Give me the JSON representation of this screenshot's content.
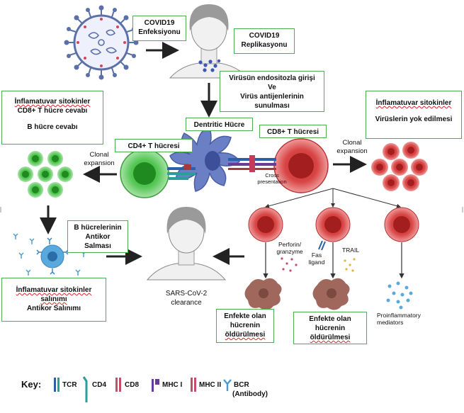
{
  "boxes": {
    "infection": {
      "line1": "COVID19",
      "line2": "Enfeksiyonu"
    },
    "replication": {
      "line1": "COVID19",
      "line2": "Replikasyonu"
    },
    "endocytosis": {
      "line1": "Virüsün endositozla girişi",
      "line2": "Ve",
      "line3": "Virüs antijenlerinin",
      "line4": "sunulması"
    },
    "dendritic": {
      "label": "Dentritic Hücre"
    },
    "cd4": {
      "label": "CD4+ T hücresi"
    },
    "cd8": {
      "label": "CD8+ T hücresi"
    },
    "left_top": {
      "line1": "İnflamatuvar sitokinler",
      "line2": "CD8+ T hücre cevabı",
      "line3": "B hücre  cevabı"
    },
    "right_top": {
      "line1": "İnflamatuvar sitokinler",
      "line2": "Virüslerin yok edilmesi"
    },
    "b_cells": {
      "line1": "B hücrelerinin",
      "line2": "Antikor",
      "line3": "Salması"
    },
    "left_bottom": {
      "line1": "İnflamatuvar sitokinler",
      "line2": "salınımı",
      "line3": "Antikor Salınımı"
    },
    "kill1": {
      "line1": "Enfekte olan",
      "line2": "hücrenin",
      "line3": "öldürülmesi"
    },
    "kill2": {
      "line1": "Enfekte olan",
      "line2": "hücrenin",
      "line3": "öldürülmesi"
    }
  },
  "labels": {
    "clonal_left": {
      "line1": "Clonal",
      "line2": "expansion"
    },
    "clonal_right": {
      "line1": "Clonal",
      "line2": "expansion"
    },
    "cross": {
      "line1": "Cross",
      "line2": "presentation"
    },
    "clearance": {
      "line1": "SARS-CoV-2",
      "line2": "clearance"
    },
    "perforin": {
      "line1": "Perforin/",
      "line2": "granzyme"
    },
    "fas": {
      "line1": "Fas",
      "line2": "ligand"
    },
    "trail": "TRAIL",
    "proinflammatory": {
      "line1": "Proinflammatory",
      "line2": "mediators"
    }
  },
  "key": {
    "title": "Key:",
    "items": [
      "TCR",
      "CD4",
      "CD8",
      "MHC I",
      "MHC II",
      "BCR",
      "(Antibody)"
    ]
  },
  "colors": {
    "box_border": "#4caf50",
    "green_cell": "#5cc85c",
    "red_cell": "#d43d3d",
    "dendritic": "#6a7fc4",
    "virus": "#5b6fa8",
    "b_cell": "#5aa9dc",
    "dead_cell": "#a0675d"
  }
}
